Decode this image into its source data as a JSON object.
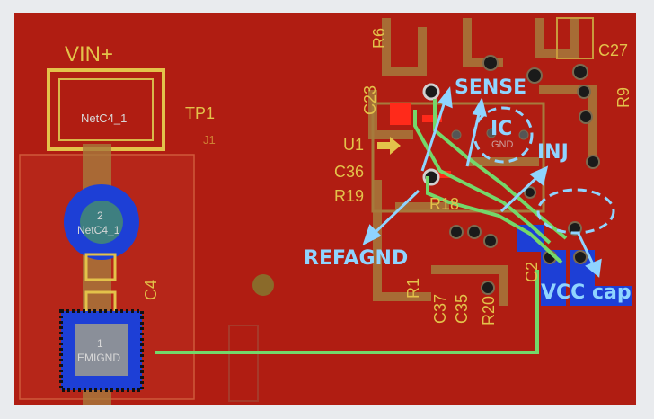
{
  "silkscreen": {
    "vin_plus": "VIN+",
    "tp1": "TP1",
    "j1": "J1",
    "c4": "C4",
    "r6": "R6",
    "c23": "C23",
    "c27": "C27",
    "r9": "R9",
    "u1": "U1",
    "c36": "C36",
    "r19": "R19",
    "r18": "R18",
    "r1": "R1",
    "c37": "C37",
    "c35": "C35",
    "r20": "R20",
    "c2": "C2"
  },
  "pad_labels": {
    "netc4_1_top": "NetC4_1",
    "pad2_number": "2",
    "netc4_1_mid": "NetC4_1",
    "pad1_number": "1",
    "emignd": "EMIGND",
    "ic_gnd": "GND"
  },
  "annotations": {
    "sense": "SENSE",
    "ic": "IC",
    "inj": "INJ",
    "refagnd": "REFAGND",
    "vcc_cap": "VCC cap"
  },
  "colors": {
    "background": "#e9ebee",
    "board": "#b01d12",
    "copper_pour": "#c2321f",
    "copper_tan": "#a67a3c",
    "silkscreen": "#e3c24a",
    "trace_green": "#74d86a",
    "annotation_blue": "#8fd4ff",
    "blue_pad": "#1d3fd6",
    "via": "#1a1a1a"
  }
}
